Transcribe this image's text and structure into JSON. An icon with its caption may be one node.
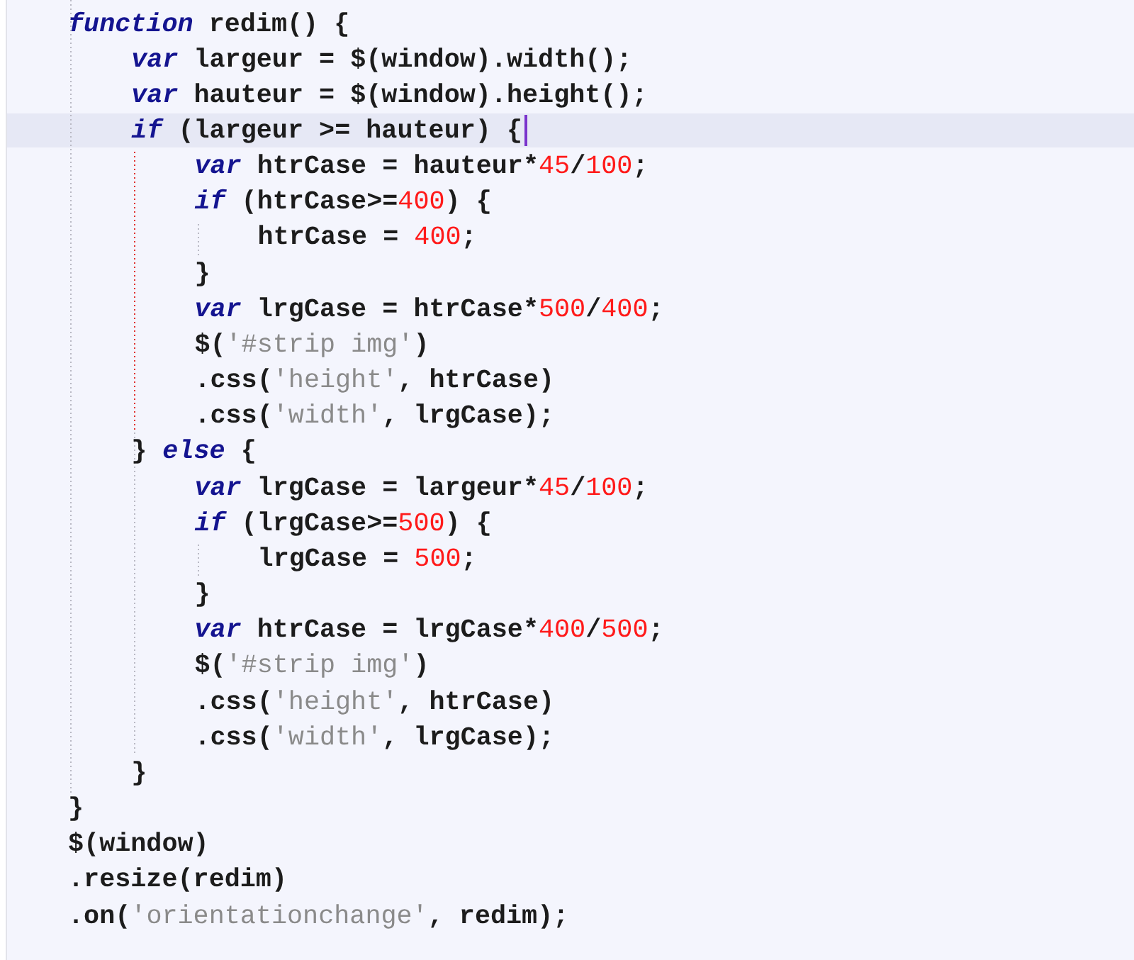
{
  "diagram": {
    "labels": [
      "function redim() {",
      "var largeur = $(window).width();",
      "var hauteur = $(window).height();",
      "if (largeur >= hauteur) {",
      "var htrCase = hauteur*45/100;",
      "if (htrCase>=400) {",
      "htrCase = 400;",
      "}",
      "var lrgCase = htrCase*500/400;",
      "$('#strip img')",
      ".css('height', htrCase)",
      ".css('width', lrgCase);",
      "} else {",
      "var lrgCase = largeur*45/100;",
      "if (lrgCase>=500) {",
      "lrgCase = 500;",
      "}",
      "var htrCase = lrgCase*400/500;",
      "$('#strip img')",
      ".css('height', htrCase)",
      ".css('width', lrgCase);",
      "}",
      "}",
      "$(window)",
      ".resize(redim)",
      ".on('orientationchange', redim);"
    ]
  }
}
